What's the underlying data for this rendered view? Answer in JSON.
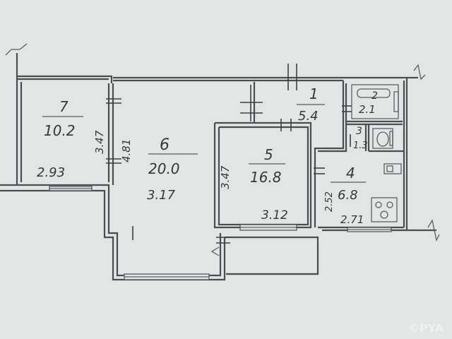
{
  "rooms": [
    {
      "id": "7",
      "number": "7",
      "area": "10.2",
      "width": "2.93",
      "depth": "3.47"
    },
    {
      "id": "6",
      "number": "6",
      "area": "20.0",
      "width": "3.17",
      "depth": "4.81"
    },
    {
      "id": "5",
      "number": "5",
      "area": "16.8",
      "width": "3.12",
      "depth": "3.47"
    },
    {
      "id": "1",
      "number": "1",
      "area": "5.4"
    },
    {
      "id": "2",
      "number": "2",
      "area": "2.1"
    },
    {
      "id": "3",
      "number": "3",
      "area": "1.3"
    },
    {
      "id": "4",
      "number": "4",
      "area": "6.8",
      "width": "2.71",
      "depth": "2.52"
    }
  ],
  "watermark": "©PYA"
}
